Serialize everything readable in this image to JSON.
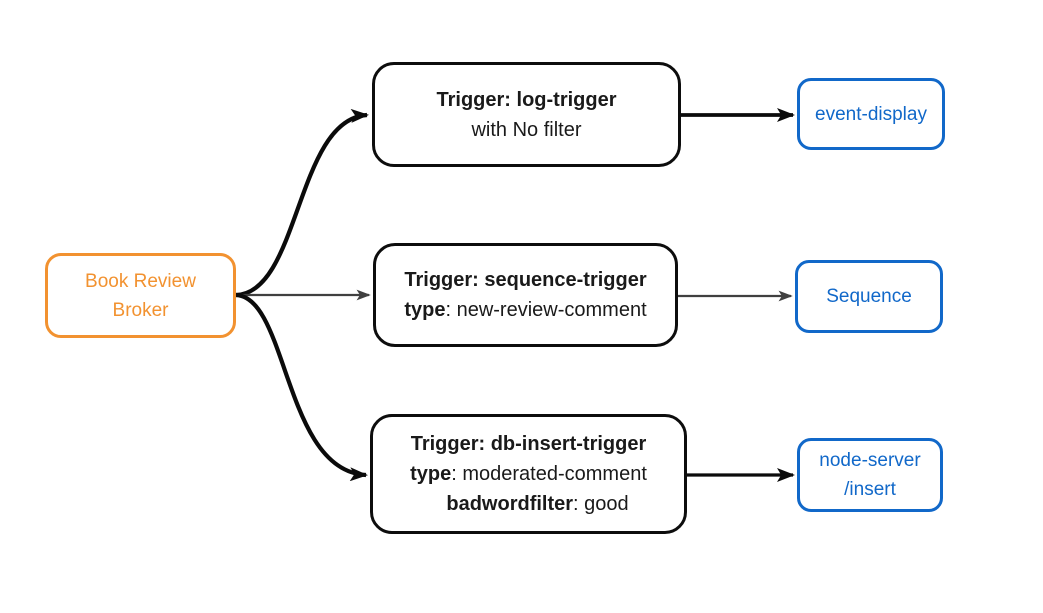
{
  "diagram": {
    "background": "#ffffff",
    "colors": {
      "background": "#ffffff",
      "broker_accent": "#F29230",
      "sink_accent": "#1168C9",
      "trigger_border": "#0d0d0d",
      "trigger_text": "#1a1a1a",
      "edge_primary": "#0b0b0b",
      "edge_secondary": "#404040"
    },
    "broker": {
      "line1": "Book Review",
      "line2": "Broker"
    },
    "triggers": [
      {
        "title": "Trigger: log-trigger",
        "detail": "with No filter"
      },
      {
        "title": "Trigger: sequence-trigger",
        "detail_key": "type",
        "detail_rest": ": new-review-comment"
      },
      {
        "title": "Trigger: db-insert-trigger",
        "detail_key": "type",
        "detail_rest": ": moderated-comment",
        "extra_key": "badwordfilter",
        "extra_rest": ": good"
      }
    ],
    "sinks": [
      {
        "label": "event-display"
      },
      {
        "label": "Sequence"
      },
      {
        "label_line1": "node-server",
        "label_line2": "/insert"
      }
    ]
  }
}
